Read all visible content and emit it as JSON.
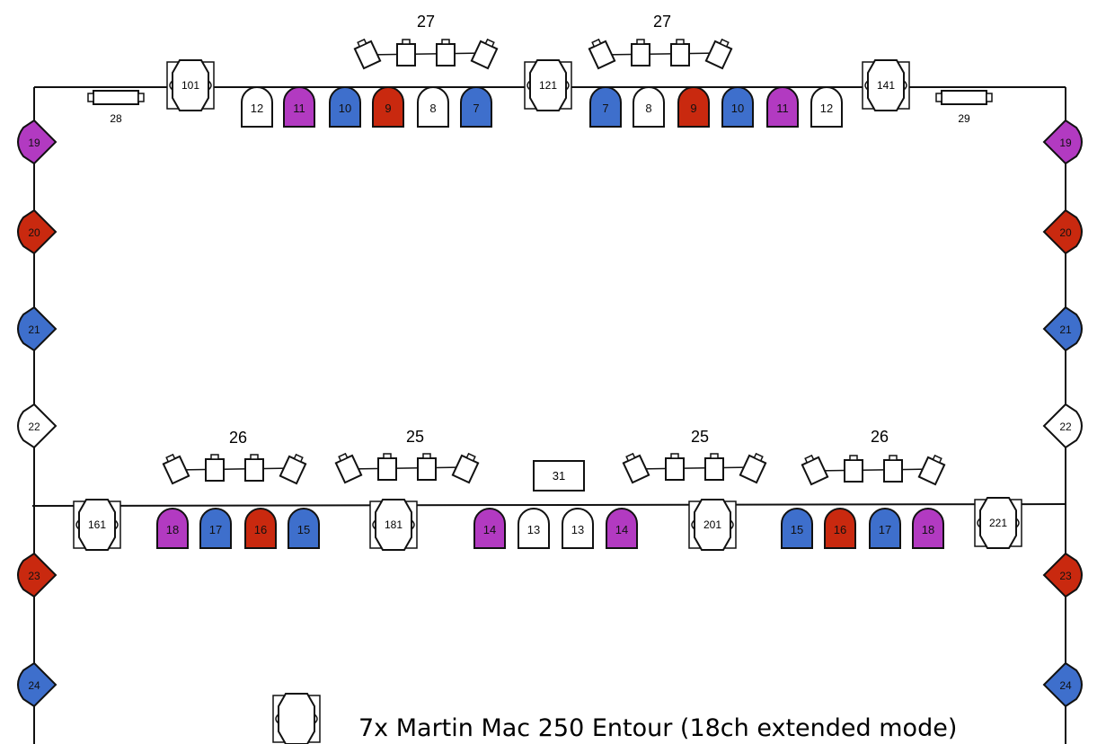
{
  "colors": {
    "magenta": "#b23ac1",
    "blue": "#3e6fcc",
    "red": "#c9290f",
    "white": "#ffffff",
    "line": "#111111"
  },
  "groups": {
    "top_left": "27",
    "top_right": "27",
    "bottom_1": "26",
    "bottom_2": "25",
    "bottom_3": "25",
    "bottom_4": "26"
  },
  "strips": {
    "left": "28",
    "right": "29"
  },
  "box_31": "31",
  "movers": {
    "m101": "101",
    "m121": "121",
    "m141": "141",
    "m161": "161",
    "m181": "181",
    "m201": "201",
    "m221": "221"
  },
  "top_pars": [
    {
      "label": "12",
      "color": "white"
    },
    {
      "label": "11",
      "color": "magenta"
    },
    {
      "label": "10",
      "color": "blue"
    },
    {
      "label": "9",
      "color": "red"
    },
    {
      "label": "8",
      "color": "white"
    },
    {
      "label": "7",
      "color": "blue"
    },
    {
      "label": "7",
      "color": "blue"
    },
    {
      "label": "8",
      "color": "white"
    },
    {
      "label": "9",
      "color": "red"
    },
    {
      "label": "10",
      "color": "blue"
    },
    {
      "label": "11",
      "color": "magenta"
    },
    {
      "label": "12",
      "color": "white"
    }
  ],
  "bottom_pars": [
    {
      "label": "18",
      "color": "magenta"
    },
    {
      "label": "17",
      "color": "blue"
    },
    {
      "label": "16",
      "color": "red"
    },
    {
      "label": "15",
      "color": "blue"
    },
    {
      "label": "14",
      "color": "magenta"
    },
    {
      "label": "13",
      "color": "white"
    },
    {
      "label": "13",
      "color": "white"
    },
    {
      "label": "14",
      "color": "magenta"
    },
    {
      "label": "15",
      "color": "blue"
    },
    {
      "label": "16",
      "color": "red"
    },
    {
      "label": "17",
      "color": "blue"
    },
    {
      "label": "18",
      "color": "magenta"
    }
  ],
  "left_drops": [
    {
      "label": "19",
      "color": "magenta"
    },
    {
      "label": "20",
      "color": "red"
    },
    {
      "label": "21",
      "color": "blue"
    },
    {
      "label": "22",
      "color": "white"
    },
    {
      "label": "23",
      "color": "red"
    },
    {
      "label": "24",
      "color": "blue"
    }
  ],
  "right_drops": [
    {
      "label": "19",
      "color": "magenta"
    },
    {
      "label": "20",
      "color": "red"
    },
    {
      "label": "21",
      "color": "blue"
    },
    {
      "label": "22",
      "color": "white"
    },
    {
      "label": "23",
      "color": "red"
    },
    {
      "label": "24",
      "color": "blue"
    }
  ],
  "legend": {
    "text": "7x Martin Mac 250 Entour (18ch extended mode)"
  }
}
